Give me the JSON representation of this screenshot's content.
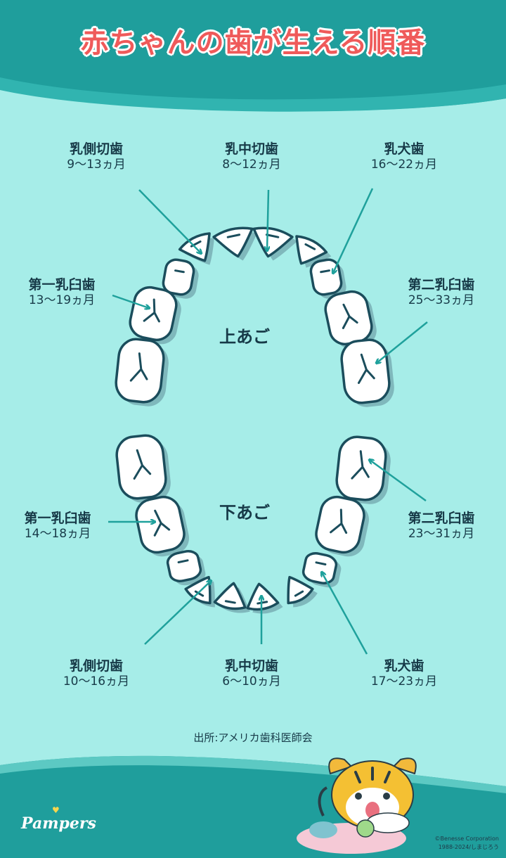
{
  "title": "赤ちゃんの歯が生える順番",
  "jaws": {
    "upper": "上あご",
    "lower": "下あご"
  },
  "labels": {
    "upper_lateral": {
      "name": "乳側切歯",
      "age": "9〜13ヵ月"
    },
    "upper_central": {
      "name": "乳中切歯",
      "age": "8〜12ヵ月"
    },
    "upper_canine": {
      "name": "乳犬歯",
      "age": "16〜22ヵ月"
    },
    "upper_first_molar": {
      "name": "第一乳臼歯",
      "age": "13〜19ヵ月"
    },
    "upper_second_molar": {
      "name": "第二乳臼歯",
      "age": "25〜33ヵ月"
    },
    "lower_first_molar": {
      "name": "第一乳臼歯",
      "age": "14〜18ヵ月"
    },
    "lower_second_molar": {
      "name": "第二乳臼歯",
      "age": "23〜31ヵ月"
    },
    "lower_lateral": {
      "name": "乳側切歯",
      "age": "10〜16ヵ月"
    },
    "lower_central": {
      "name": "乳中切歯",
      "age": "6〜10ヵ月"
    },
    "lower_canine": {
      "name": "乳犬歯",
      "age": "17〜23ヵ月"
    }
  },
  "source": "出所:アメリカ歯科医師会",
  "brand": "Pampers",
  "copyright": {
    "line1": "©Benesse Corporation",
    "line2": "1988-2024/しまじろう"
  },
  "colors": {
    "background": "#a6ede8",
    "band": "#1f9e9c",
    "title": "#ef5a5a",
    "tooth_outline": "#1b4d5c",
    "arrow": "#1fa19c",
    "shadow": "#7fb8bc"
  }
}
